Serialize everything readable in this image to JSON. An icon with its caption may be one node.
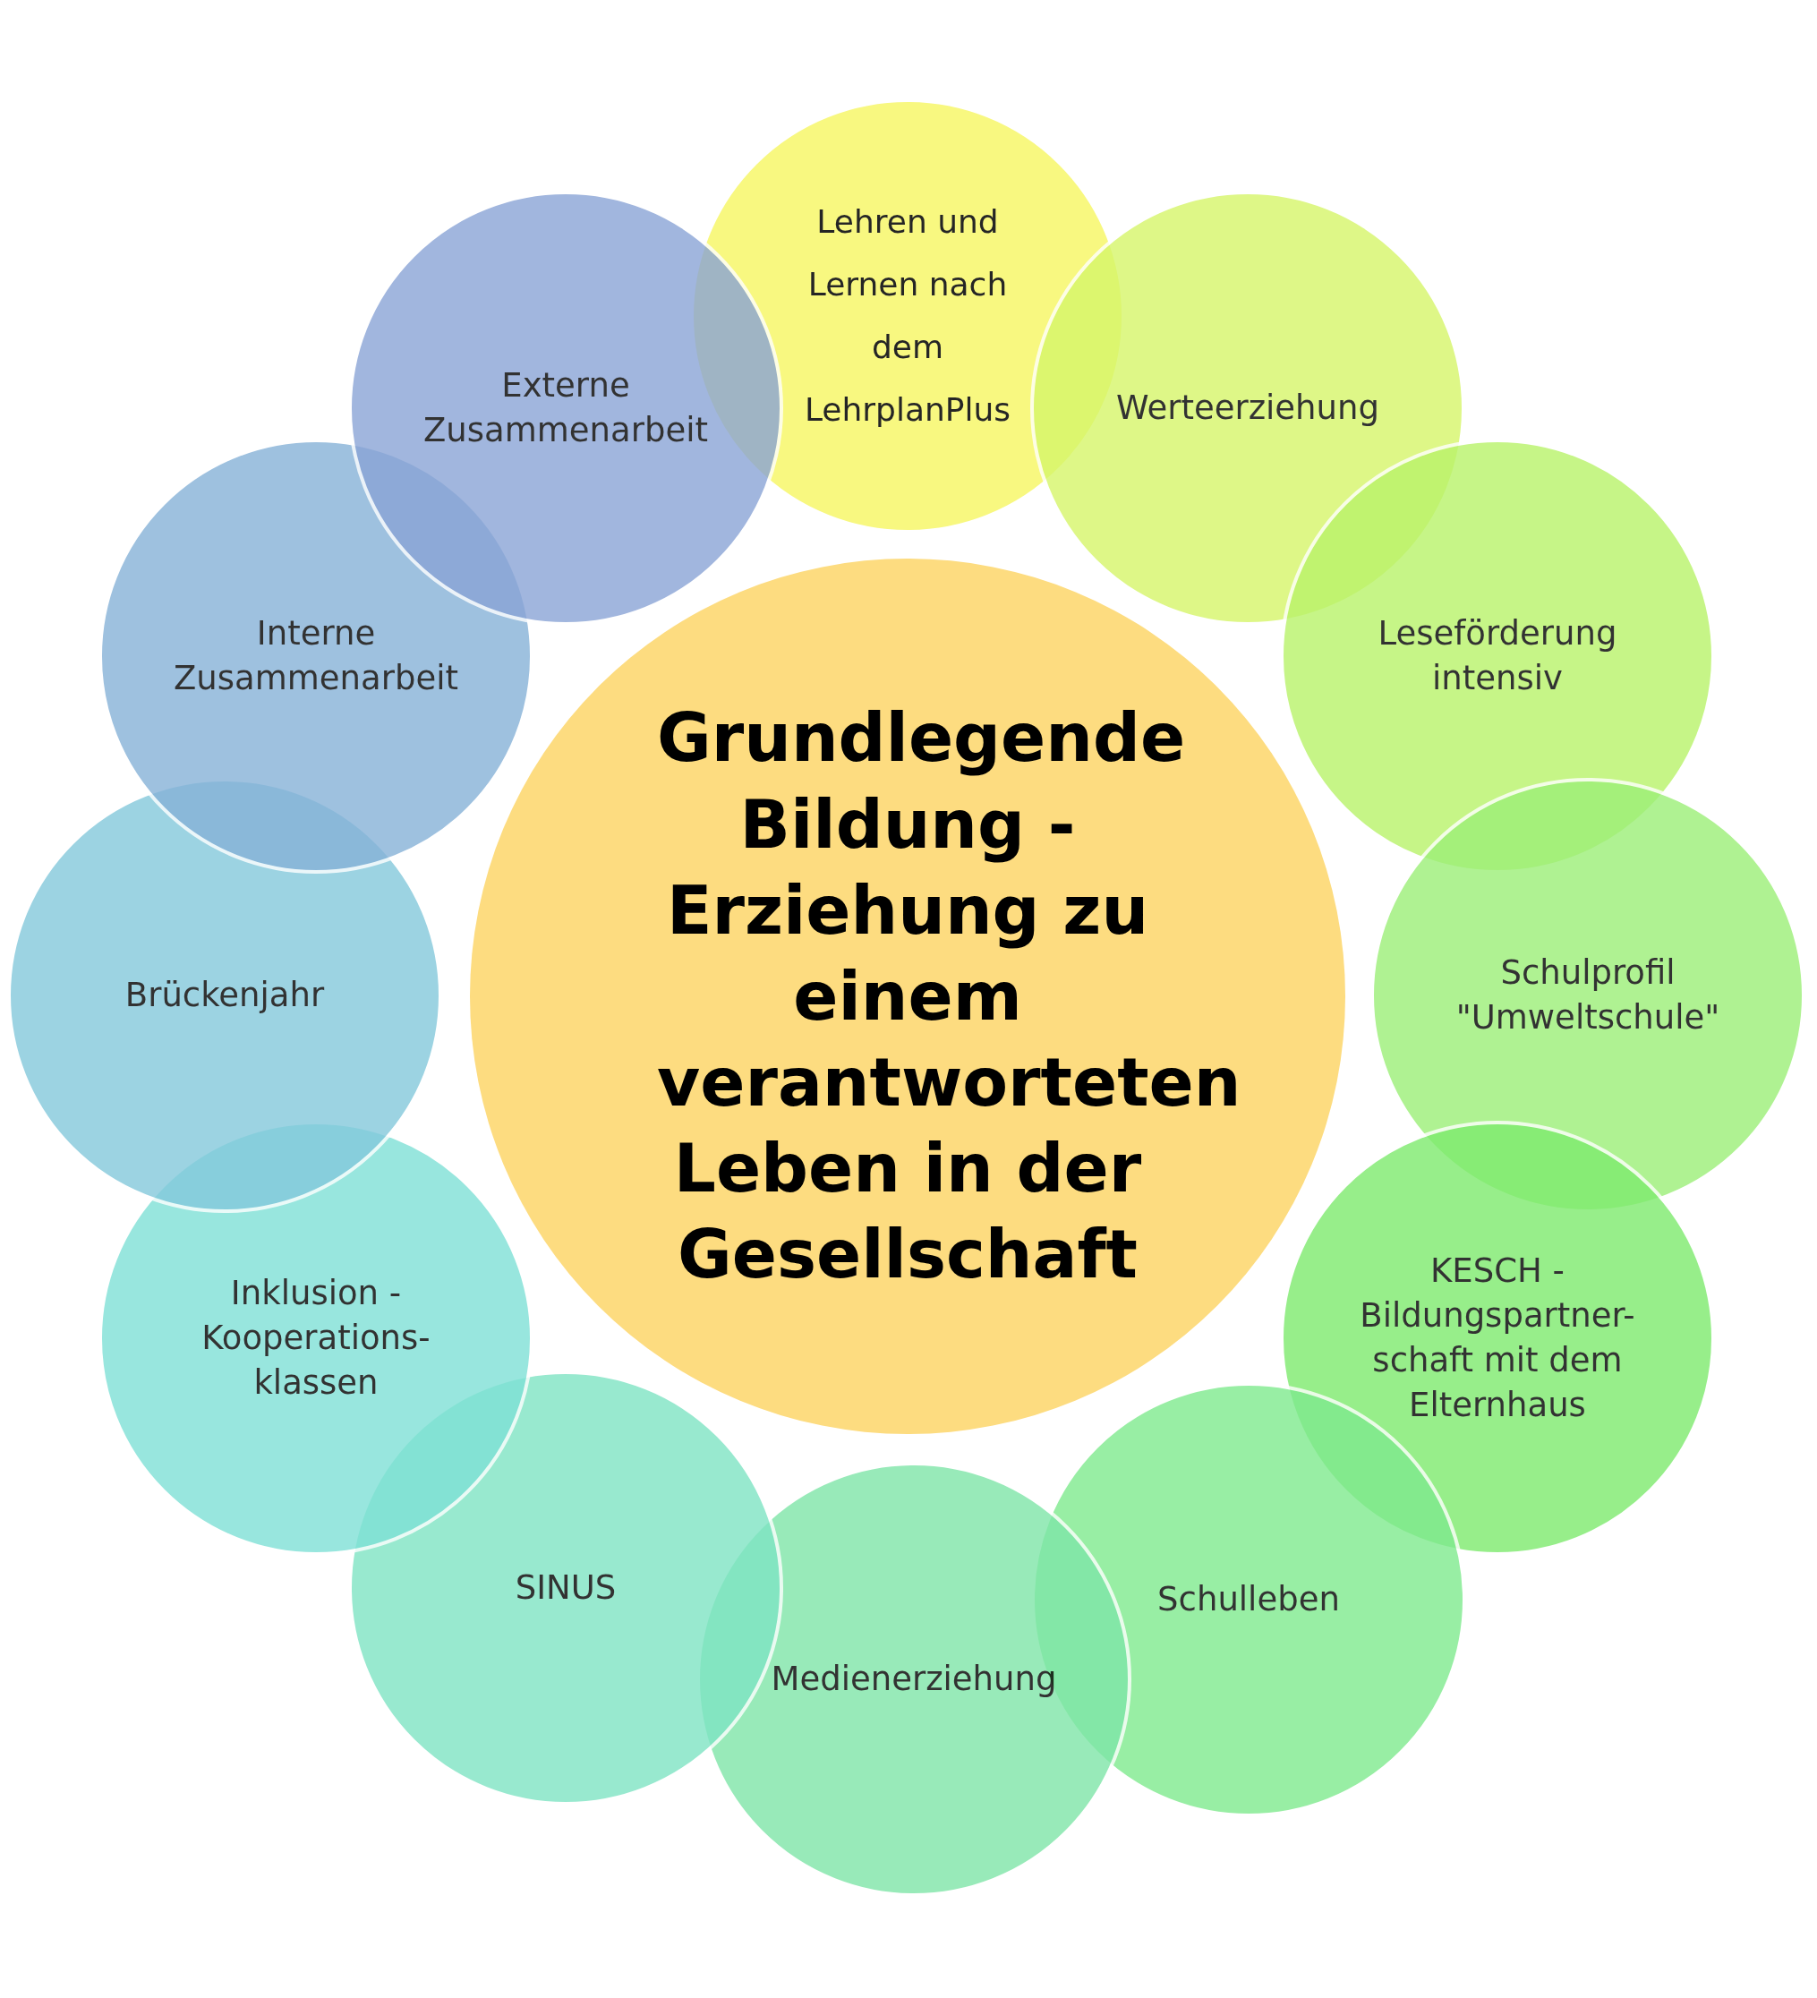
{
  "diagram": {
    "nodes": [
      {
        "text": [
          "Grundlegende Bildung - Erziehung zu einem verantworteten Leben in der Gesellschaft"
        ]
      },
      {
        "text": [
          "Lehren und Lernen nach dem LehrplanPlus"
        ]
      },
      {
        "text": [
          "Werteerziehung"
        ]
      },
      {
        "text": [
          "Leseförderung intensiv"
        ]
      },
      {
        "text": [
          "Schulprofil \"Umweltschule\""
        ]
      },
      {
        "text": [
          "KESCH - Bildungspartner-schaft mit dem Elternhaus"
        ]
      },
      {
        "text": [
          "Schulleben"
        ]
      },
      {
        "text": [
          "Medienerziehung"
        ]
      },
      {
        "text": [
          "SINUS"
        ]
      },
      {
        "text": [
          "Inklusion - Kooperations-klassen"
        ]
      },
      {
        "text": [
          "Brückenjahr"
        ]
      },
      {
        "text": [
          "Interne Zusammenarbeit"
        ]
      },
      {
        "text": [
          "Externe Zusammenarbeit"
        ]
      }
    ]
  }
}
